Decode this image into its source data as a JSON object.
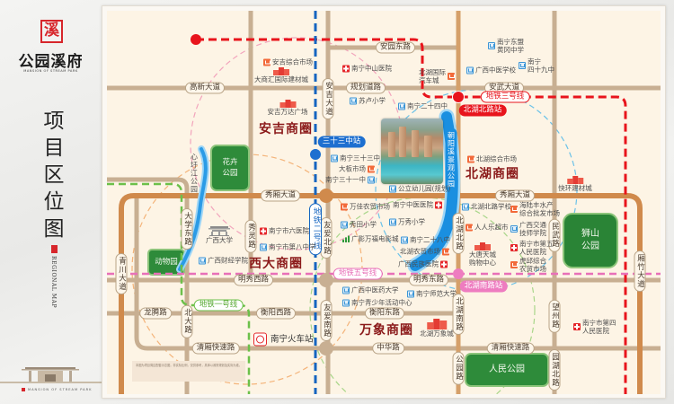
{
  "brand": {
    "seal_char": "溪",
    "name": "公园溪府",
    "subtitle": "MANSION OF STREAM PARK",
    "page_title": "项目区位图",
    "page_title_en": "REGIONAL MAP",
    "footer_en": "MANSION OF STREAM PARK"
  },
  "map": {
    "roads": [
      "安园东路",
      "高新大道",
      "规划道路",
      "安武大道",
      "秀厢大道",
      "秀厢大道",
      "明秀西路",
      "明秀东路",
      "龙腾路",
      "衡阳西路",
      "衡阳东路",
      "清厢快速路",
      "中华路",
      "清厢快速路",
      "安吉大道",
      "大学东路",
      "秀灵路",
      "友爱北路",
      "友爱南路",
      "北大路",
      "北湖北路",
      "北湖南路",
      "公园路",
      "民武路",
      "望州路",
      "园湖北路",
      "青川大道",
      "厢竹大道"
    ],
    "metro": {
      "line3": "地铁三号线",
      "line3_station": "北湖北路站",
      "line2": "地铁二号线",
      "line2_station": "三十三中站",
      "line5": "地铁五号线",
      "line5_station": "北湖南路站",
      "line1": "地铁一号线"
    },
    "districts": [
      "安吉商圈",
      "西大商圈",
      "北湖商圈",
      "万象商圈"
    ],
    "parks": [
      "花卉\n公园",
      "心圩江公园",
      "动物园",
      "狮山\n公园",
      "人民公园",
      "朝阳溪景观公园"
    ],
    "pois": [
      {
        "name": "安吉综合市场",
        "type": "market"
      },
      {
        "name": "大商汇国际建材城",
        "type": "building"
      },
      {
        "name": "安吉万达广场",
        "type": "building"
      },
      {
        "name": "南宁中山医院",
        "type": "hospital"
      },
      {
        "name": "北湖国际\n汽车城",
        "type": "market"
      },
      {
        "name": "南宁东盟\n黄冈中学",
        "type": "school"
      },
      {
        "name": "南宁\n四十九中",
        "type": "school"
      },
      {
        "name": "广西中医学校",
        "type": "school"
      },
      {
        "name": "苏卢小学",
        "type": "school"
      },
      {
        "name": "南宁二十四中",
        "type": "school"
      },
      {
        "name": "南宁三十三中",
        "type": "school"
      },
      {
        "name": "大板市场",
        "type": "market"
      },
      {
        "name": "南宁三十一中",
        "type": "school"
      },
      {
        "name": "公立幼儿园(规划)",
        "type": "school"
      },
      {
        "name": "万佳农贸市场",
        "type": "market"
      },
      {
        "name": "南宁中医医院",
        "type": "hospital"
      },
      {
        "name": "北湖综合市场",
        "type": "market"
      },
      {
        "name": "快环建材城",
        "type": "building"
      },
      {
        "name": "北湖北路学校",
        "type": "school"
      },
      {
        "name": "海陆丰水产\n综合批发市场",
        "type": "market"
      },
      {
        "name": "人人乐超市",
        "type": "market"
      },
      {
        "name": "广西交通\n技师学院",
        "type": "school"
      },
      {
        "name": "大唐天城\n购物中心",
        "type": "building"
      },
      {
        "name": "南宁市第五\n人民医院",
        "type": "hospital"
      },
      {
        "name": "虎邱综合\n农贸市场",
        "type": "market"
      },
      {
        "name": "秀田小学",
        "type": "school"
      },
      {
        "name": "万秀小学",
        "type": "school"
      },
      {
        "name": "广影万福电影城",
        "type": "cinema"
      },
      {
        "name": "南宁二十八中",
        "type": "school"
      },
      {
        "name": "北湖农贸市场",
        "type": "market"
      },
      {
        "name": "广西民族医院",
        "type": "hospital"
      },
      {
        "name": "南宁市六医院",
        "type": "hospital"
      },
      {
        "name": "南宁市第八中学",
        "type": "school"
      },
      {
        "name": "广西大学",
        "type": "landmark"
      },
      {
        "name": "广西财经学院",
        "type": "school"
      },
      {
        "name": "广西中医药大学",
        "type": "school"
      },
      {
        "name": "南宁青少年活动中心",
        "type": "school"
      },
      {
        "name": "南宁师范大学",
        "type": "school"
      },
      {
        "name": "北湖万象城",
        "type": "building"
      },
      {
        "name": "南宁火车站",
        "type": "train"
      },
      {
        "name": "南宁市第四\n人民医院",
        "type": "hospital"
      }
    ],
    "disclaimer": "本图为项目周边配套示意图，非实际比例，仅供参考，具体以政府规划及实际为准。"
  },
  "colors": {
    "map_bg": "#fdf4e5",
    "road": "#c8af92",
    "ring_road": "#d08a4c",
    "metro_line1": "#6cc04a",
    "metro_line2": "#1565c0",
    "metro_line3": "#e8141c",
    "metro_line5": "#e870b8",
    "park": "#2e8b3a",
    "river": "#1a8fe0",
    "district_text": "#8b1a1a"
  }
}
